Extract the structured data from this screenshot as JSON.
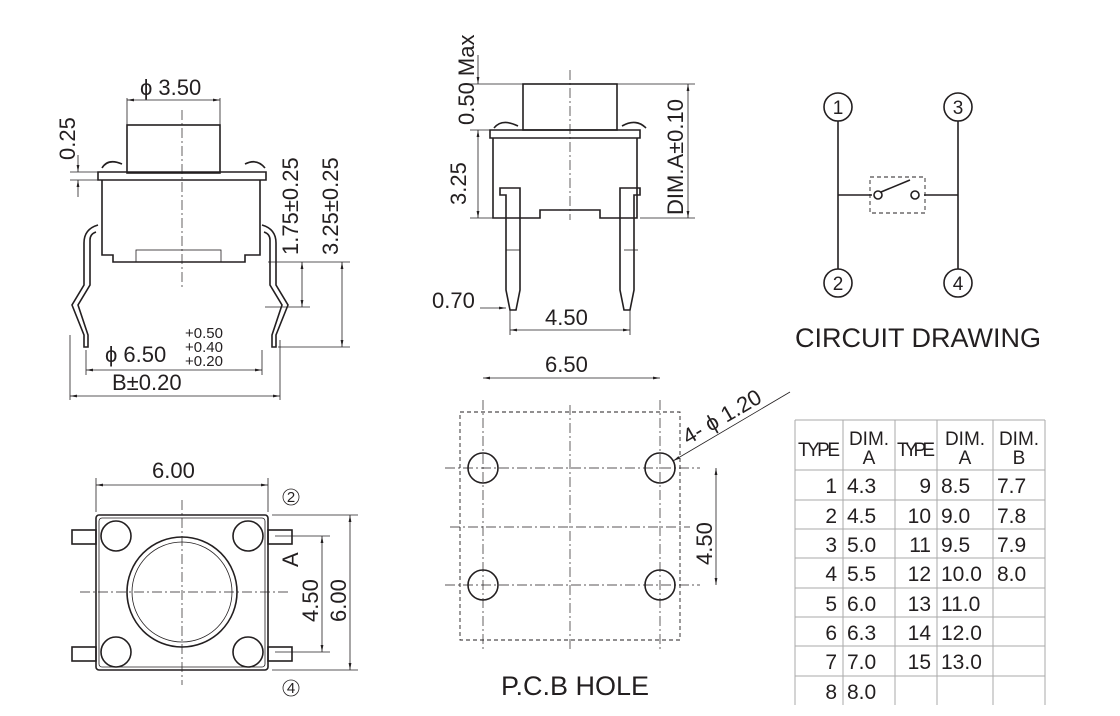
{
  "side_view": {
    "button_dia": "ϕ 3.50",
    "top_gap": "0.25",
    "h1": "1.75±0.25",
    "h2": "3.25±0.25",
    "lead_span": "ϕ 6.50",
    "tol_a": "+0.50",
    "tol_b": "+0.40",
    "tol_c": "+0.20",
    "width_b": "B±0.20"
  },
  "front_view": {
    "max_travel": "0.50 Max",
    "body_h": "3.25",
    "dim_a": "DIM.A±0.10",
    "pin_w": "0.70",
    "pin_pitch": "4.50"
  },
  "circuit": {
    "pins": [
      "1",
      "3",
      "2",
      "4"
    ],
    "label": "CIRCUIT DRAWING"
  },
  "top_view": {
    "width": "6.00",
    "pitch": "4.50",
    "height": "6.00",
    "a_label": "A",
    "pin2": "2",
    "pin4": "4"
  },
  "pcb": {
    "width": "6.50",
    "hole": "4- ϕ 1.20",
    "pitch": "4.50",
    "label": "P.C.B HOLE"
  },
  "table": {
    "headers": [
      "TYPE",
      "DIM.",
      "A",
      "TYPE",
      "DIM.",
      "A",
      "DIM.",
      "B"
    ],
    "rows": [
      [
        "1",
        "4.3",
        "9",
        "8.5",
        "7.7"
      ],
      [
        "2",
        "4.5",
        "10",
        "9.0",
        "7.8"
      ],
      [
        "3",
        "5.0",
        "11",
        "9.5",
        "7.9"
      ],
      [
        "4",
        "5.5",
        "12",
        "10.0",
        "8.0"
      ],
      [
        "5",
        "6.0",
        "13",
        "11.0",
        ""
      ],
      [
        "6",
        "6.3",
        "14",
        "12.0",
        ""
      ],
      [
        "7",
        "7.0",
        "15",
        "13.0",
        ""
      ],
      [
        "8",
        "8.0",
        "",
        "",
        ""
      ]
    ]
  }
}
